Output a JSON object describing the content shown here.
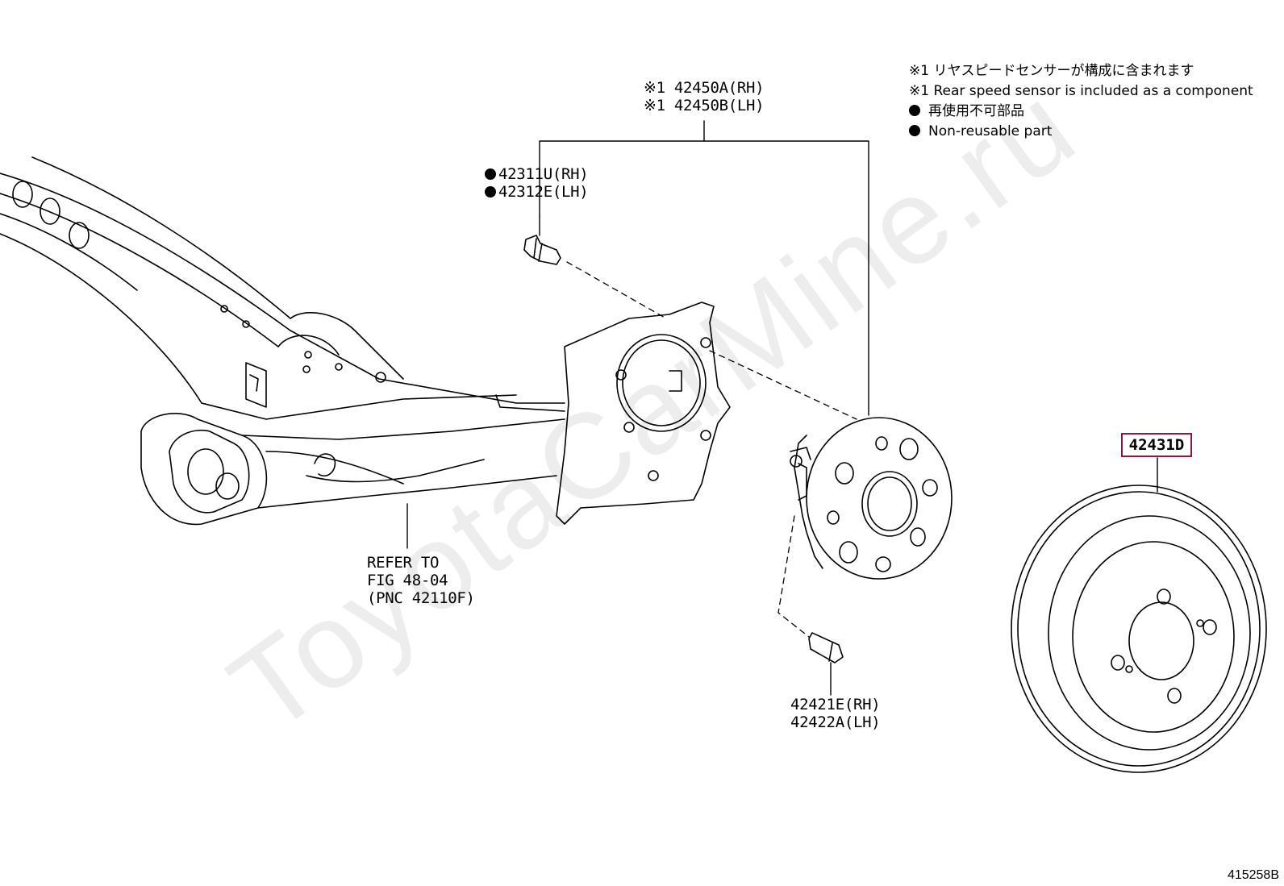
{
  "watermark": "ToyotaCarMine.ru",
  "notes": {
    "jp_component": "※1 リヤスピードセンサーが構成に含まれます",
    "en_component": "※1 Rear speed sensor is included as a component",
    "jp_nonreusable": "再使用不可部品",
    "en_nonreusable": "Non-reusable part"
  },
  "labels": {
    "hub_rh": "※1 42450A(RH)",
    "hub_lh": "※1 42450B(LH)",
    "bolt_rh": "42311U(RH)",
    "bolt_lh": "42312E(LH)",
    "refer_1": "REFER TO",
    "refer_2": "FIG 48-04",
    "refer_3": "(PNC 42110F)",
    "sensor_bolt_rh": "42421E(RH)",
    "sensor_bolt_lh": "42422A(LH)",
    "drum": "42431D"
  },
  "figure_id": "415258B",
  "colors": {
    "highlight": "#8c1a3a",
    "line": "#000000"
  }
}
